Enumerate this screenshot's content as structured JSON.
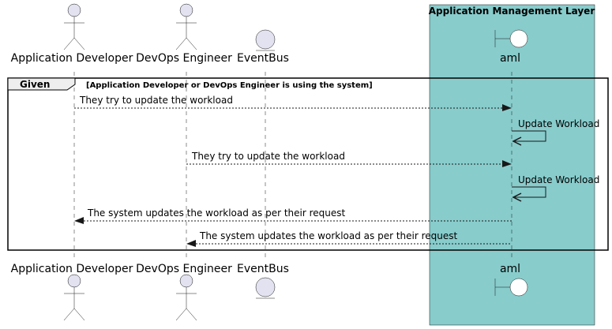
{
  "box": {
    "title": "Application Management Layer",
    "color": "#88cccc"
  },
  "participants": [
    {
      "id": "dev",
      "label": "Application Developer",
      "kind": "actor"
    },
    {
      "id": "ops",
      "label": "DevOps Engineer",
      "kind": "actor"
    },
    {
      "id": "bus",
      "label": "EventBus",
      "kind": "entity"
    },
    {
      "id": "aml",
      "label": "aml",
      "kind": "boundary"
    }
  ],
  "group": {
    "keyword": "Given",
    "condition": "[Application Developer or DevOps Engineer is using the system]"
  },
  "messages": [
    {
      "from": "dev",
      "to": "aml",
      "label": "They try to update the workload",
      "style": "dashed"
    },
    {
      "from": "aml",
      "to": "aml",
      "label": "Update Workload",
      "style": "solid"
    },
    {
      "from": "ops",
      "to": "aml",
      "label": "They try to update the workload",
      "style": "dashed"
    },
    {
      "from": "aml",
      "to": "aml",
      "label": "Update Workload",
      "style": "solid"
    },
    {
      "from": "aml",
      "to": "dev",
      "label": "The system updates the workload as per their request",
      "style": "dashed"
    },
    {
      "from": "aml",
      "to": "ops",
      "label": "The system updates the workload as per their request",
      "style": "dashed"
    }
  ],
  "colors": {
    "participant_fill": "#e2e2f0",
    "line": "#181818"
  }
}
